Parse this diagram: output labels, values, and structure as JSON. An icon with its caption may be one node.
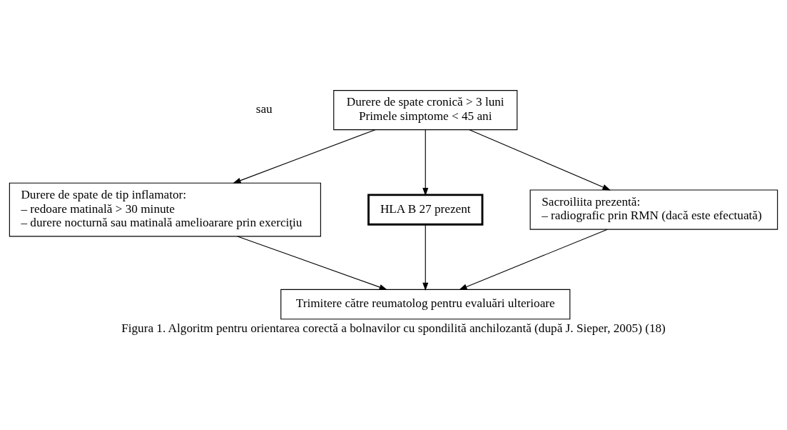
{
  "diagram": {
    "caption": "Figura 1. Algoritm pentru orientarea corectă a bolnavilor cu spondilită anchilozantă (după J. Sieper, 2005) (18)",
    "nodes": [
      {
        "text": [
          "Durere de spate cronică > 3 luni",
          "Primele simptome < 45 ani"
        ]
      },
      {
        "text": [
          "Durere de spate de tip inflamator:",
          "– redoare matinală > 30 minute",
          "– durere nocturnă sau matinală amelioarare prin exerciţiu"
        ]
      },
      {
        "text": [
          "HLA B 27 prezent"
        ]
      },
      {
        "text": [
          "Sacroiliita prezentă:",
          "– radiografic prin RMN (dacă este efectuată)"
        ]
      },
      {
        "text": [
          "Trimitere către reumatolog pentru evaluări ulterioare"
        ]
      }
    ],
    "edges": [
      {
        "from": 0,
        "to": 1,
        "arrow": "to"
      },
      {
        "from": 0,
        "to": 2,
        "arrow": "to"
      },
      {
        "from": 0,
        "to": 3,
        "arrow": "to"
      },
      {
        "from": 1,
        "to": 4,
        "arrow": "to"
      },
      {
        "from": 2,
        "to": 4,
        "arrow": "to"
      },
      {
        "from": 3,
        "to": 4,
        "arrow": "to"
      }
    ],
    "labels": [
      "sau"
    ]
  }
}
